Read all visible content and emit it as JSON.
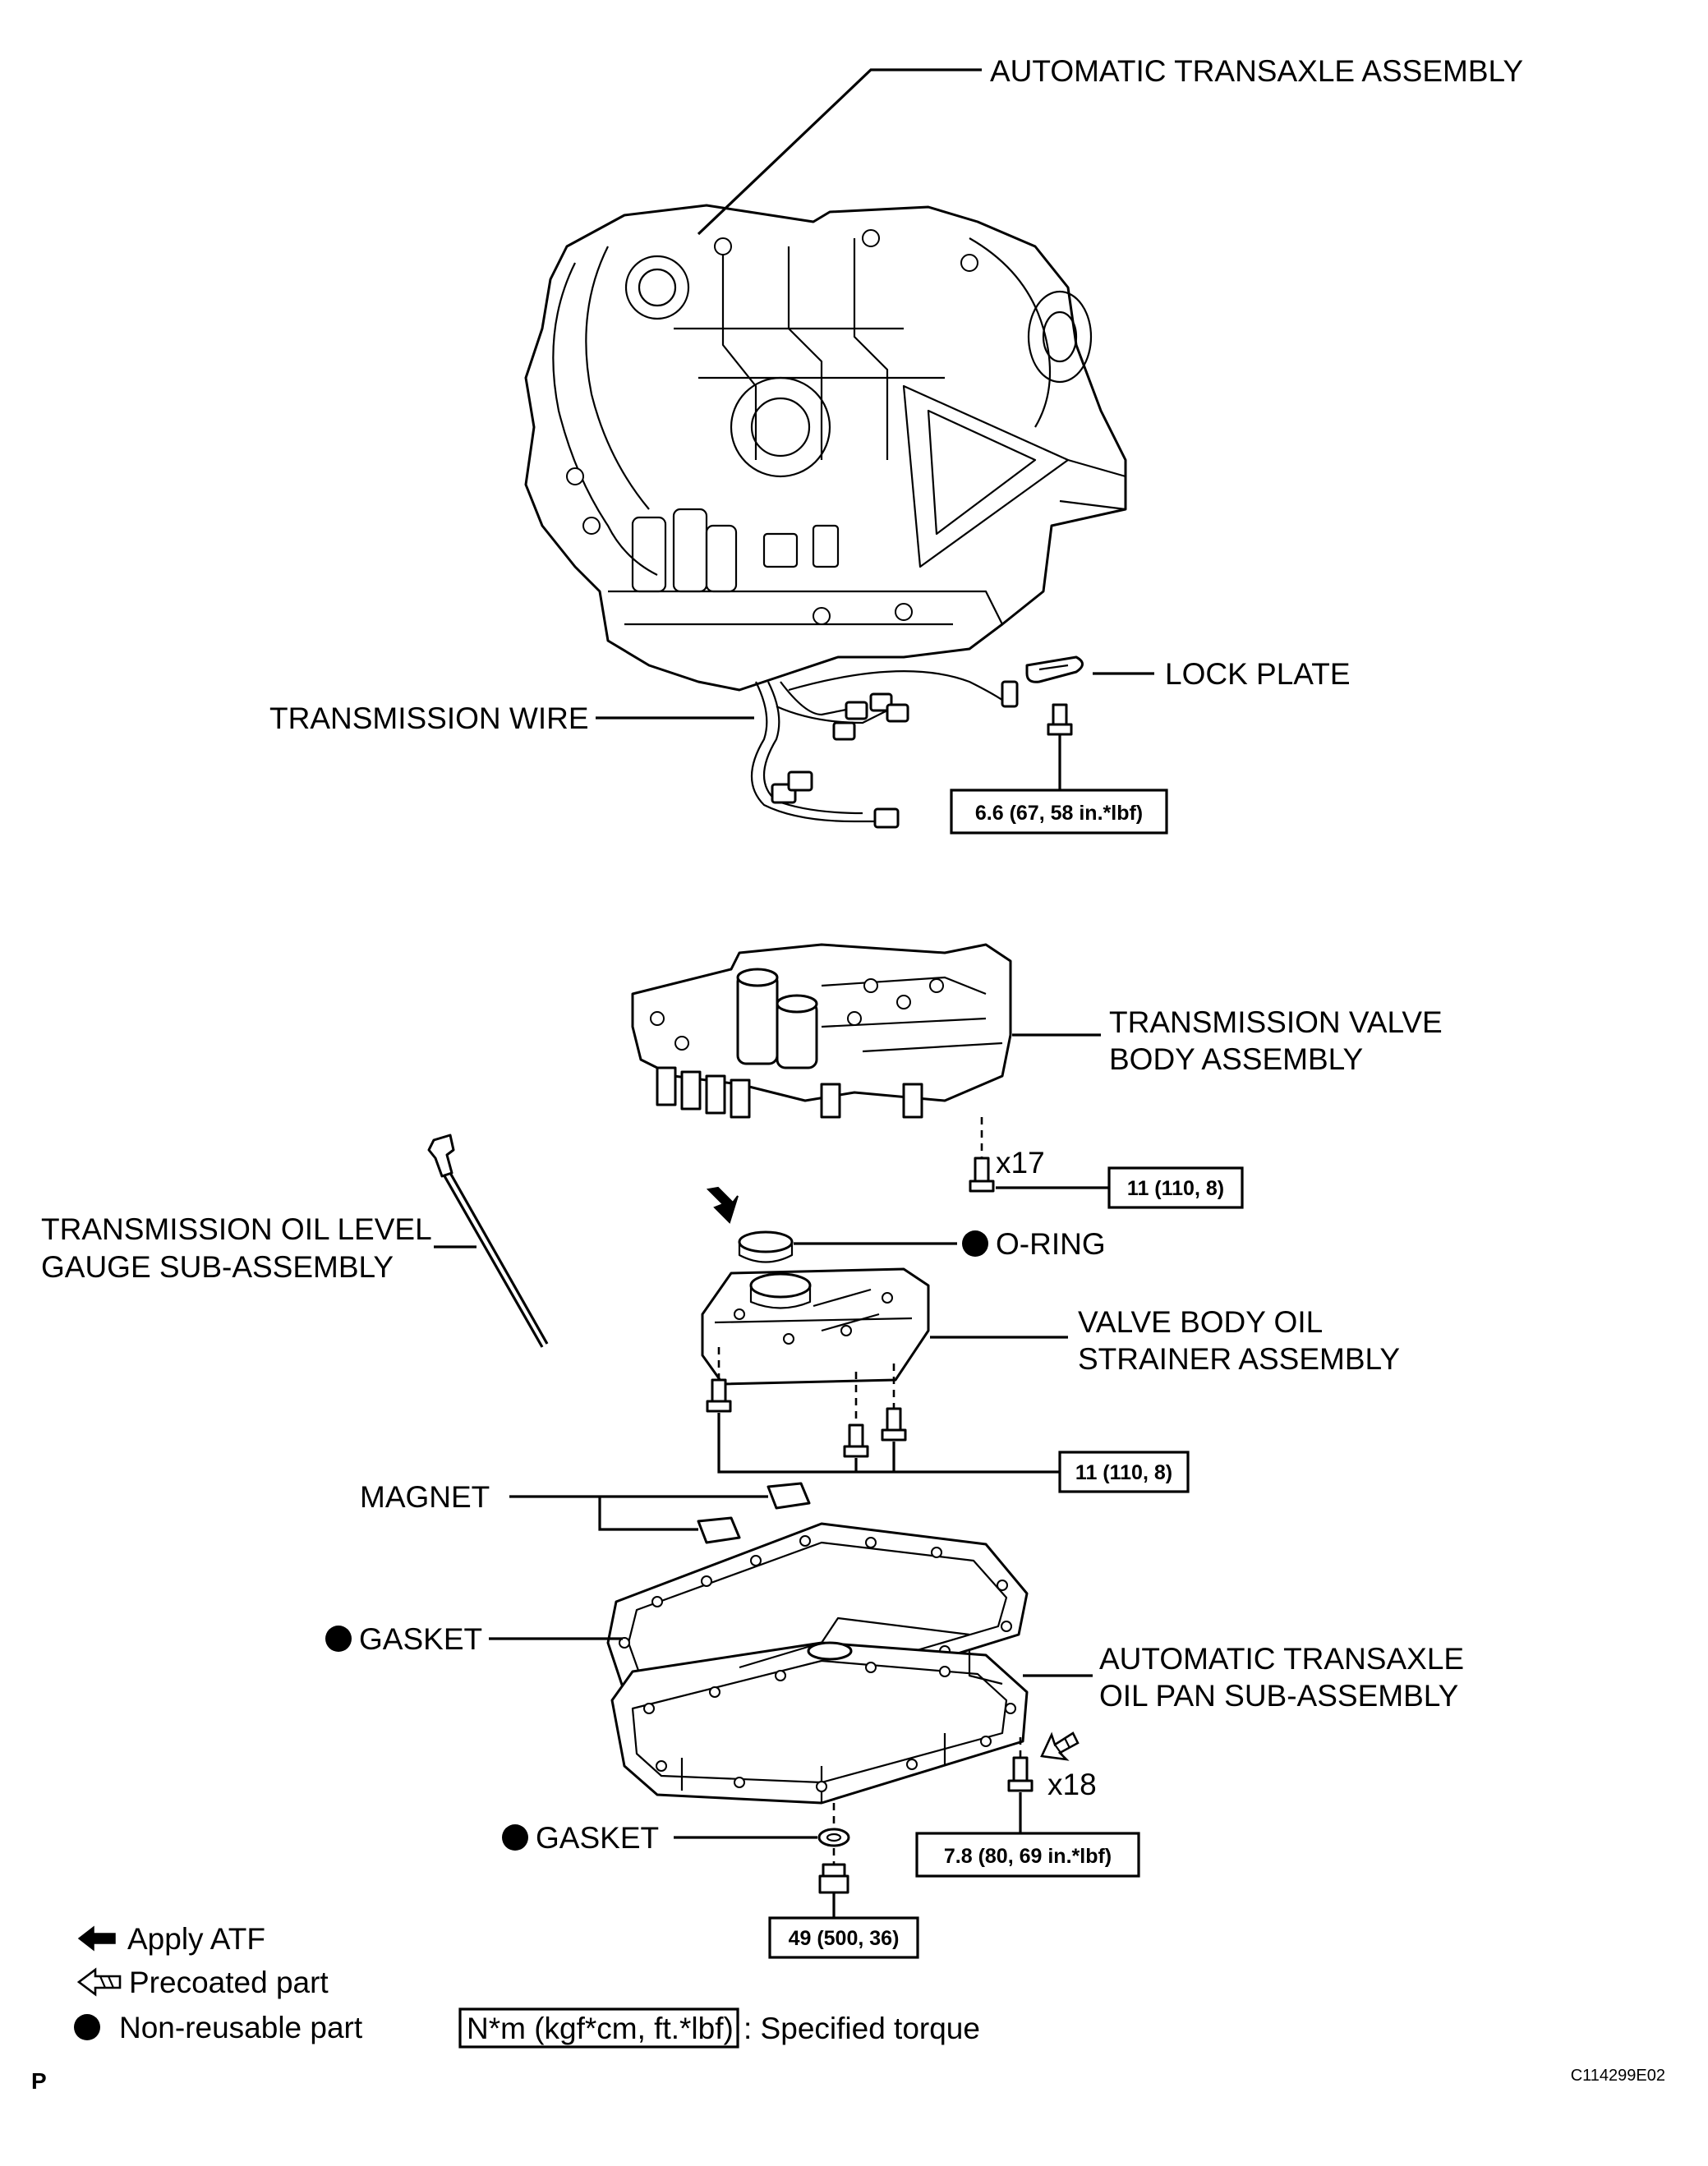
{
  "labels": {
    "automatic_transaxle_assembly": "AUTOMATIC TRANSAXLE ASSEMBLY",
    "lock_plate": "LOCK PLATE",
    "transmission_wire": "TRANSMISSION WIRE",
    "transmission_valve_body_assembly": [
      "TRANSMISSION VALVE",
      "BODY ASSEMBLY"
    ],
    "transmission_oil_level_gauge": [
      "TRANSMISSION OIL LEVEL",
      "GAUGE SUB-ASSEMBLY"
    ],
    "o_ring": "O-RING",
    "valve_body_oil_strainer": [
      "VALVE BODY OIL",
      "STRAINER ASSEMBLY"
    ],
    "magnet": "MAGNET",
    "gasket_upper": "GASKET",
    "automatic_transaxle_oil_pan": [
      "AUTOMATIC TRANSAXLE",
      "OIL PAN SUB-ASSEMBLY"
    ],
    "gasket_lower": "GASKET"
  },
  "quantities": {
    "valve_body_bolts": "x17",
    "oil_pan_bolts": "x18"
  },
  "torques": {
    "lock_plate_bolt": "6.6 (67, 58 in.*lbf)",
    "valve_body_bolt": "11 (110, 8)",
    "strainer_bolt": "11 (110, 8)",
    "oil_pan_bolt": "7.8 (80, 69 in.*lbf)",
    "drain_plug": "49 (500, 36)"
  },
  "legend": {
    "apply_atf": "Apply ATF",
    "precoated_part": "Precoated part",
    "non_reusable_part": "Non-reusable part",
    "torque_unit_box": "N*m (kgf*cm, ft.*lbf)",
    "specified_torque": ": Specified torque"
  },
  "footer": {
    "page_marker": "P",
    "figure_code": "C114299E02"
  }
}
